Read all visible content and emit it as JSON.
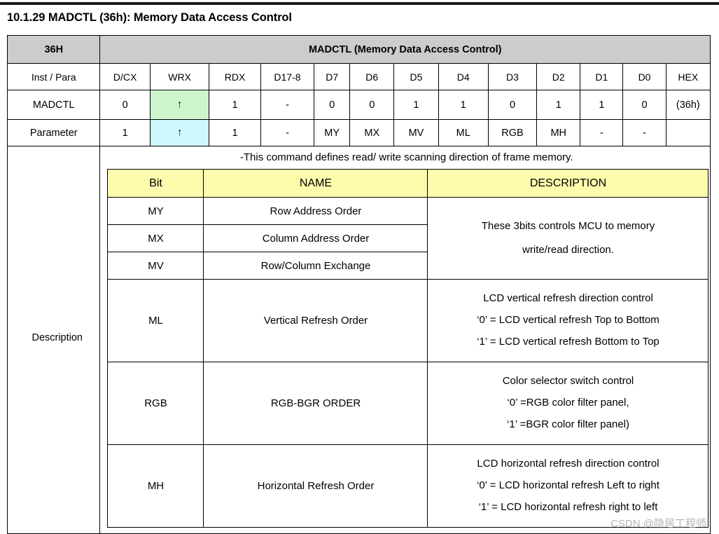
{
  "page_title": "10.1.29 MADCTL (36h): Memory Data Access Control",
  "command_table": {
    "header": {
      "code": "36H",
      "title": "MADCTL (Memory Data Access Control)"
    },
    "columns": [
      "Inst / Para",
      "D/CX",
      "WRX",
      "RDX",
      "D17-8",
      "D7",
      "D6",
      "D5",
      "D4",
      "D3",
      "D2",
      "D1",
      "D0",
      "HEX"
    ],
    "rows": [
      {
        "label": "MADCTL",
        "values": [
          "0",
          "↑",
          "1",
          "-",
          "0",
          "0",
          "1",
          "1",
          "0",
          "1",
          "1",
          "0",
          "(36h)"
        ]
      },
      {
        "label": "Parameter",
        "values": [
          "1",
          "↑",
          "1",
          "-",
          "MY",
          "MX",
          "MV",
          "ML",
          "RGB",
          "MH",
          "-",
          "-",
          ""
        ]
      }
    ]
  },
  "description": {
    "label": "Description",
    "intro": "-This command defines read/ write scanning direction of frame memory.",
    "bit_table": {
      "columns": [
        "Bit",
        "NAME",
        "DESCRIPTION"
      ],
      "rows": [
        {
          "bit": "MY",
          "name": "Row Address Order"
        },
        {
          "bit": "MX",
          "name": "Column Address Order"
        },
        {
          "bit": "MV",
          "name": "Row/Column Exchange"
        },
        {
          "bit": "ML",
          "name": "Vertical Refresh Order",
          "description": [
            "LCD vertical refresh direction control",
            "‘0’ = LCD vertical refresh Top to Bottom",
            "‘1’ = LCD vertical refresh Bottom to Top"
          ]
        },
        {
          "bit": "RGB",
          "name": "RGB-BGR ORDER",
          "description": [
            "Color selector switch control",
            "‘0’ =RGB color filter panel,",
            "‘1’ =BGR color filter panel)"
          ]
        },
        {
          "bit": "MH",
          "name": "Horizontal Refresh Order",
          "description": [
            "LCD horizontal refresh direction control",
            "‘0’ = LCD horizontal refresh Left to right",
            "‘1’ = LCD horizontal refresh right to left"
          ]
        }
      ],
      "merged_description_3bits": [
        "These 3bits controls MCU to memory",
        "write/read direction."
      ]
    }
  },
  "watermark": "CSDN @隐居工程师",
  "colors": {
    "header_gray": "#cccccc",
    "bit_header_yellow": "#fdfbac",
    "wrx_madctl_green": "#cdf4cb",
    "wrx_param_cyan": "#ccf7fd",
    "border": "#000000"
  }
}
